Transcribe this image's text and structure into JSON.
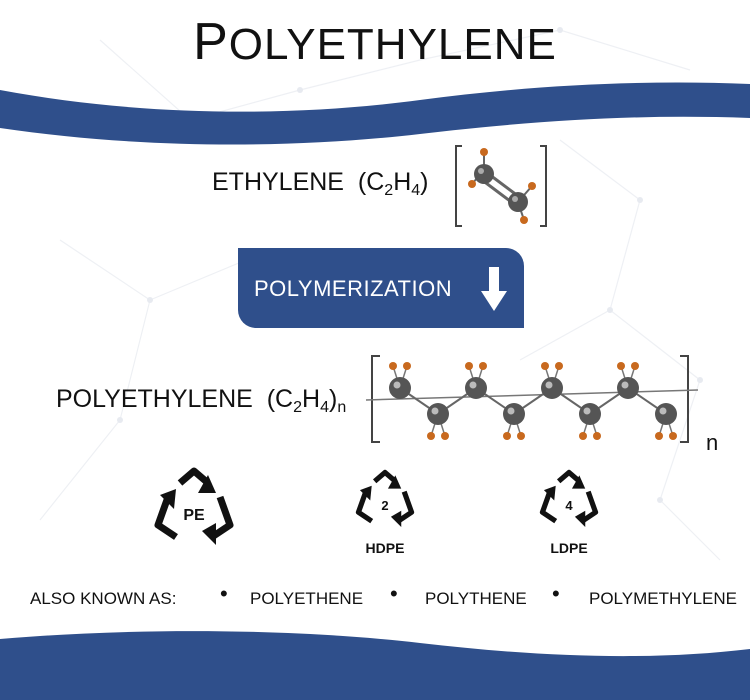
{
  "title": {
    "cap": "P",
    "rest": "OLYETHYLENE"
  },
  "ethylene": {
    "name": "ETHYLENE",
    "open": "(C",
    "sub1": "2",
    "mid": "H",
    "sub2": "4",
    "close": ")"
  },
  "process": {
    "label": "POLYMERIZATION",
    "arrow_icon": "down-arrow-icon"
  },
  "polyethylene": {
    "name": "POLYETHYLENE",
    "open": "(C",
    "sub1": "2",
    "mid": "H",
    "sub2": "4",
    "close": ")",
    "repeat": "n"
  },
  "repeat_unit_label": "n",
  "recycling": [
    {
      "code": "PE",
      "label": ""
    },
    {
      "code": "2",
      "label": "HDPE"
    },
    {
      "code": "4",
      "label": "LDPE"
    }
  ],
  "also_known_as": {
    "label": "ALSO KNOWN AS:",
    "names": [
      "POLYETHENE",
      "POLYTHENE",
      "POLYMETHYLENE"
    ]
  },
  "colors": {
    "brand_blue": "#2f4f8b",
    "carbon": "#555555",
    "hydrogen": "#c8691e"
  }
}
